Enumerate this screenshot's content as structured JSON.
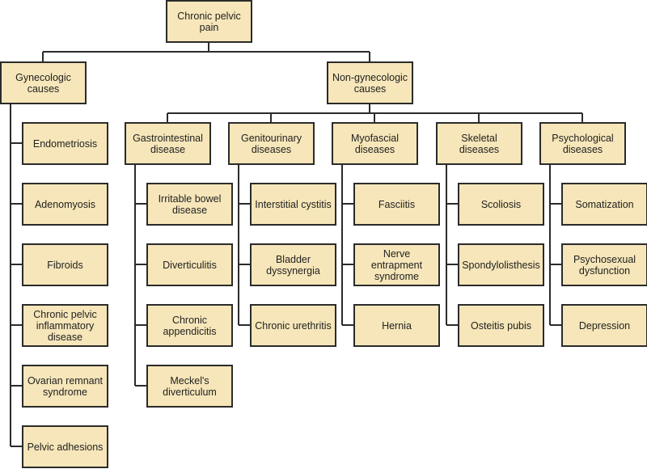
{
  "root": "Chronic pelvic pain",
  "branches": [
    {
      "label": "Gynecologic causes",
      "children": [
        "Endometriosis",
        "Adenomyosis",
        "Fibroids",
        "Chronic pelvic inflammatory disease",
        "Ovarian remnant syndrome",
        "Pelvic adhesions"
      ]
    },
    {
      "label": "Non-gynecologic causes",
      "categories": [
        {
          "label": "Gastrointestinal disease",
          "children": [
            "Irritable bowel disease",
            "Diverticulitis",
            "Chronic appendicitis",
            "Meckel's diverticulum"
          ]
        },
        {
          "label": "Genitourinary diseases",
          "children": [
            "Interstitial cystitis",
            "Bladder dyssynergia",
            "Chronic urethritis"
          ]
        },
        {
          "label": "Myofascial diseases",
          "children": [
            "Fasciitis",
            "Nerve entrapment syndrome",
            "Hernia"
          ]
        },
        {
          "label": "Skeletal diseases",
          "children": [
            "Scoliosis",
            "Spondylolisthesis",
            "Osteitis pubis"
          ]
        },
        {
          "label": "Psychological diseases",
          "children": [
            "Somatization",
            "Psychosexual dysfunction",
            "Depression"
          ]
        }
      ]
    }
  ]
}
